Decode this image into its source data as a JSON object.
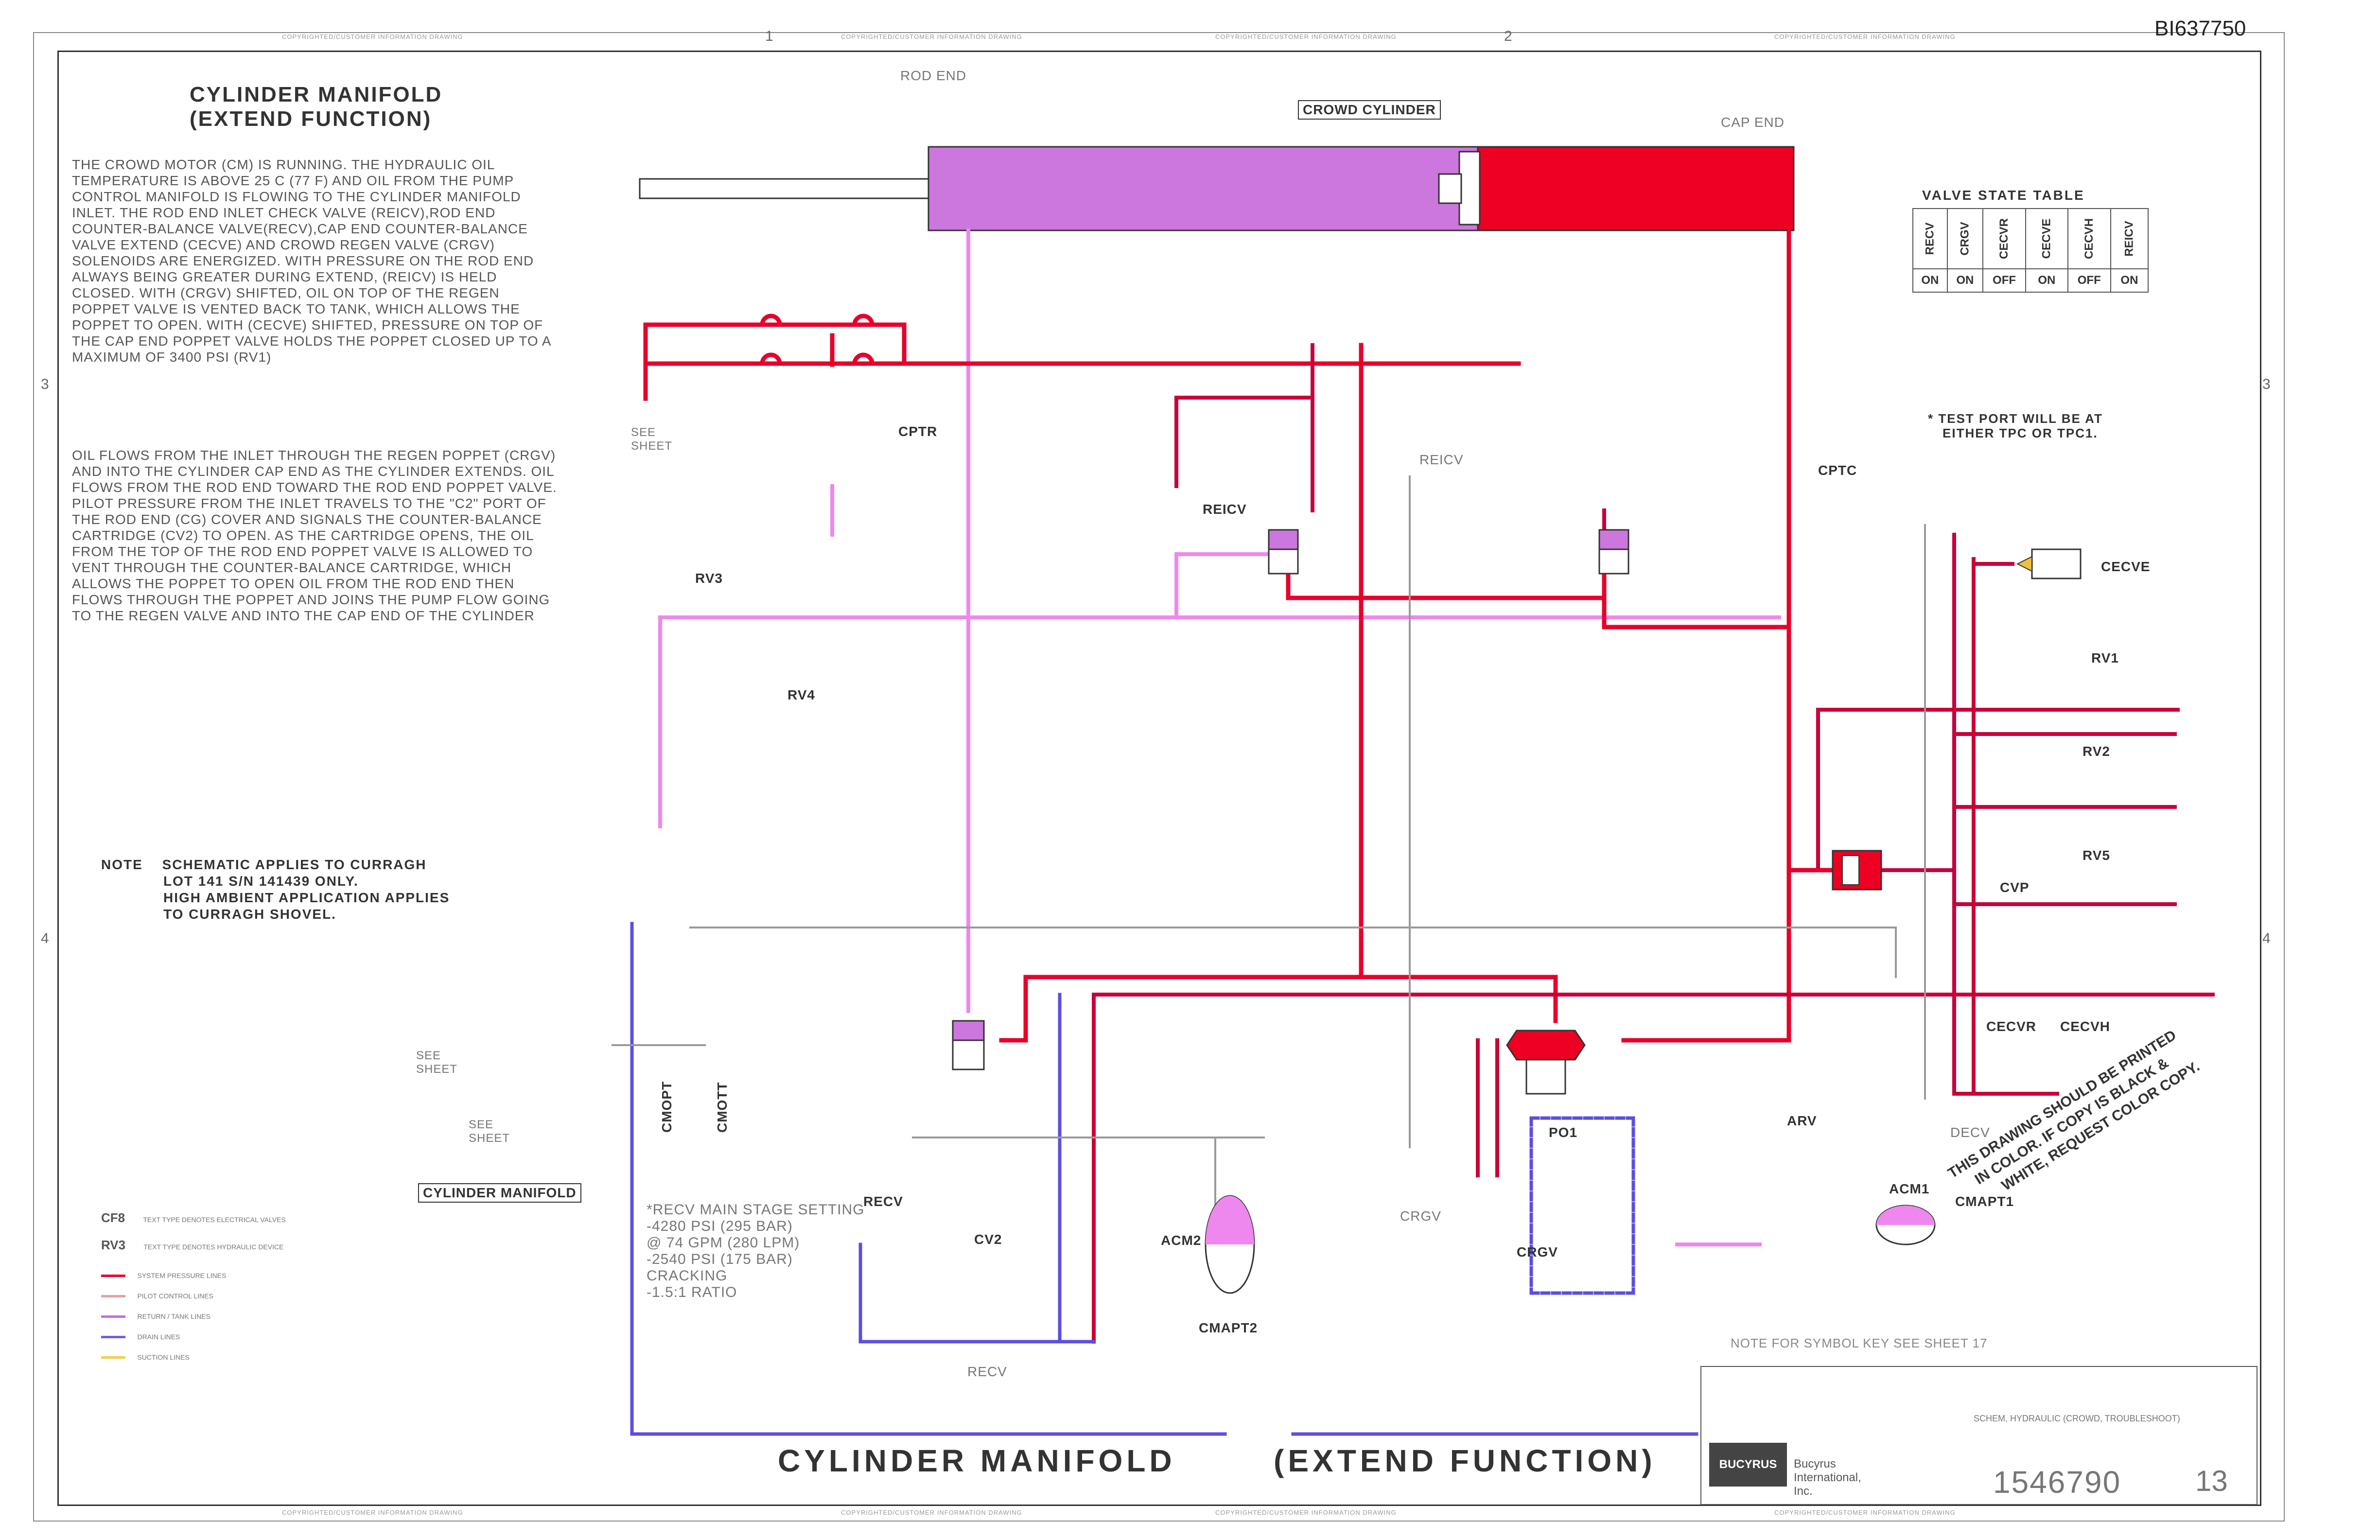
{
  "document_number": "BI637750",
  "edge_notice": "COPYRIGHTED/CUSTOMER INFORMATION DRAWING",
  "edge_numbers": {
    "top": [
      "1",
      "2"
    ],
    "side": [
      "3",
      "4"
    ]
  },
  "header": {
    "title_line1": "CYLINDER MANIFOLD",
    "title_line2": "(EXTEND FUNCTION)"
  },
  "description": {
    "para1": "THE CROWD MOTOR (CM) IS RUNNING. THE HYDRAULIC OIL TEMPERATURE IS ABOVE 25 C (77 F) AND OIL FROM THE PUMP CONTROL MANIFOLD IS FLOWING TO THE CYLINDER MANIFOLD INLET. THE ROD END INLET CHECK VALVE (REICV),ROD END COUNTER-BALANCE VALVE(RECV),CAP END COUNTER-BALANCE VALVE EXTEND (CECVE) AND CROWD REGEN VALVE (CRGV) SOLENOIDS ARE ENERGIZED. WITH PRESSURE ON THE ROD END ALWAYS BEING GREATER DURING EXTEND, (REICV) IS HELD CLOSED. WITH (CRGV) SHIFTED, OIL ON TOP OF THE REGEN POPPET VALVE IS VENTED BACK TO TANK, WHICH ALLOWS THE POPPET TO OPEN. WITH (CECVE) SHIFTED, PRESSURE ON TOP OF THE CAP END POPPET VALVE HOLDS THE POPPET CLOSED UP TO A MAXIMUM OF 3400 PSI (RV1)",
    "para2": "OIL FLOWS FROM THE INLET THROUGH THE REGEN POPPET (CRGV) AND INTO THE CYLINDER CAP END AS THE CYLINDER EXTENDS. OIL FLOWS FROM THE ROD END TOWARD THE ROD END POPPET VALVE. PILOT PRESSURE FROM THE INLET TRAVELS TO THE \"C2\" PORT OF THE ROD END (CG) COVER AND SIGNALS THE COUNTER-BALANCE CARTRIDGE (CV2) TO OPEN. AS THE CARTRIDGE OPENS, THE OIL FROM THE TOP OF THE ROD END POPPET VALVE IS ALLOWED TO VENT THROUGH THE COUNTER-BALANCE CARTRIDGE, WHICH ALLOWS THE POPPET TO OPEN OIL FROM THE ROD END THEN FLOWS THROUGH THE POPPET AND JOINS THE PUMP FLOW GOING TO THE REGEN VALVE AND INTO THE CAP END OF THE CYLINDER"
  },
  "note": {
    "label": "NOTE",
    "lines": [
      "SCHEMATIC APPLIES TO CURRAGH",
      "LOT 141 S/N 141439 ONLY.",
      "HIGH AMBIENT APPLICATION APPLIES",
      "TO CURRAGH SHOVEL."
    ]
  },
  "cylinder": {
    "name": "CROWD CYLINDER",
    "rod_end": "ROD END",
    "cap_end": "CAP END"
  },
  "valve_state_table": {
    "title": "VALVE STATE TABLE",
    "valves": [
      "RECV",
      "CRGV",
      "CECVR",
      "CECVE",
      "CECVH",
      "REICV"
    ],
    "states": [
      "ON",
      "ON",
      "OFF",
      "ON",
      "OFF",
      "ON"
    ]
  },
  "test_port_note": [
    "* TEST PORT WILL BE AT",
    "EITHER TPC OR TPC1."
  ],
  "components": {
    "cptr": "CPTR",
    "cptc": "CPTC",
    "reicv": "REICV",
    "reicv_alt": "REICV",
    "rv3": "RV3",
    "rv4": "RV4",
    "cecve": "CECVE",
    "rv1": "RV1",
    "rv2": "RV2",
    "rv5": "RV5",
    "cvp": "CVP",
    "cecvr": "CECVR",
    "cecvh": "CECVH",
    "decv": "DECV",
    "cmopt": "CMOPT",
    "cmott": "CMOTT",
    "recv": "RECV",
    "cv2": "CV2",
    "acm2": "ACM2",
    "cmapt2": "CMAPT2",
    "crgv_a": "CRGV",
    "crgv_b": "CRGV",
    "po1": "PO1",
    "arv": "ARV",
    "acm1": "ACM1",
    "cmapt1": "CMAPT1",
    "recv_lower": "RECV"
  },
  "see_sheet": [
    "SEE SHEET",
    "SEE SHEET",
    "SEE SHEET"
  ],
  "cylinder_manifold_box": "CYLINDER MANIFOLD",
  "recv_setting": {
    "title": "*RECV MAIN STAGE SETTING",
    "lines": [
      "-4280 PSI (295 BAR)",
      "@ 74 GPM (280 LPM)",
      "-2540 PSI (175 BAR)",
      "CRACKING",
      "-1.5:1 RATIO"
    ]
  },
  "legend": {
    "items": [
      {
        "symbol": "CF8",
        "text": "TEXT TYPE DENOTES ELECTRICAL VALVES"
      },
      {
        "symbol": "RV3",
        "text": "TEXT TYPE DENOTES HYDRAULIC DEVICE"
      }
    ],
    "lines": [
      {
        "color": "#e8002a",
        "text": "SYSTEM PRESSURE LINES"
      },
      {
        "color": "#e8a0a0",
        "text": "PILOT CONTROL LINES"
      },
      {
        "color": "#c070e0",
        "text": "RETURN / TANK LINES"
      },
      {
        "color": "#7060e0",
        "text": "DRAIN LINES"
      },
      {
        "color": "#f0d040",
        "text": "SUCTION LINES"
      }
    ]
  },
  "bottom_title": {
    "left": "CYLINDER MANIFOLD",
    "right": "(EXTEND FUNCTION)"
  },
  "print_note": [
    "THIS DRAWING SHOULD BE PRINTED",
    "IN COLOR.  IF COPY IS BLACK &",
    "WHITE, REQUEST COLOR COPY."
  ],
  "symbol_key_note": "NOTE FOR SYMBOL KEY  SEE SHEET 17",
  "title_block": {
    "company": "Bucyrus International, Inc.",
    "brand": "BUCYRUS",
    "description": "SCHEM, HYDRAULIC (CROWD, TROUBLESHOOT)",
    "drawing_number": "1546790",
    "sheet": "13"
  },
  "colors": {
    "pressure_red": "#e8002a",
    "pilot_dashed": "#c8003a",
    "tank_pink": "#ee88ee",
    "drain_blue": "#5e4de0",
    "cylinder_magenta": "#cc77dd",
    "grey_line": "#9a9a9a"
  }
}
